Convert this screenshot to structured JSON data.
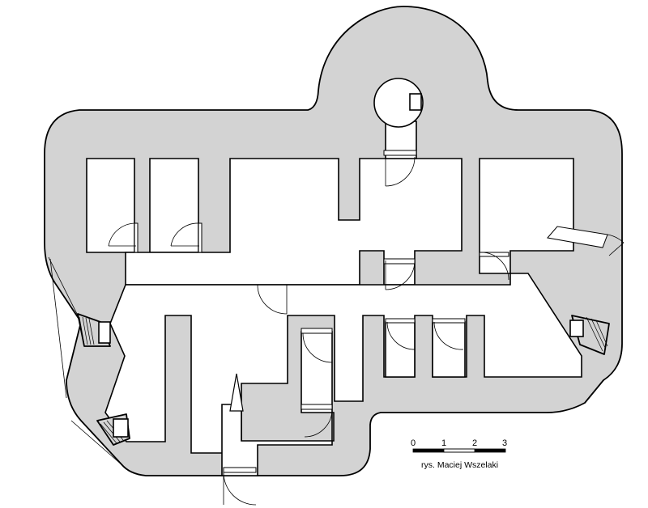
{
  "scale_bar": {
    "ticks": [
      "0",
      "1",
      "2",
      "3"
    ]
  },
  "credit": "rys. Maciej Wszelaki"
}
